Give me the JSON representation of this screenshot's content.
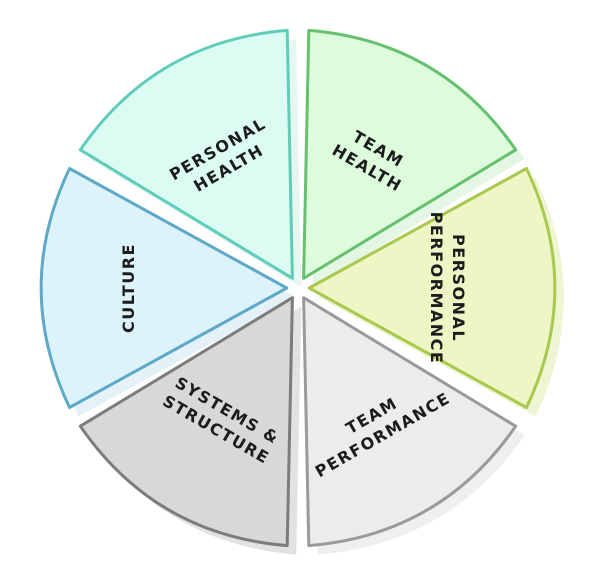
{
  "diagram": {
    "segments": [
      {
        "id": "personal-health",
        "lines": [
          "Personal",
          "Health"
        ],
        "fill": "#dcfcf3",
        "stroke": "#5fcdb9",
        "shadow": "#e6f6f1"
      },
      {
        "id": "team-health",
        "lines": [
          "Team",
          "Health"
        ],
        "fill": "#dcfcdc",
        "stroke": "#66c06e",
        "shadow": "#e4f6e4"
      },
      {
        "id": "personal-performance",
        "lines": [
          "Personal",
          "Performance"
        ],
        "fill": "#eff6c6",
        "stroke": "#a9c84e",
        "shadow": "#eef5d2"
      },
      {
        "id": "team-performance",
        "lines": [
          "Team",
          "Performance"
        ],
        "fill": "#ececec",
        "stroke": "#9a9a9a",
        "shadow": "#efefef"
      },
      {
        "id": "systems-structure",
        "lines": [
          "Systems &",
          "Structure"
        ],
        "fill": "#d8d8d8",
        "stroke": "#7c7c7c",
        "shadow": "#e2e2e2"
      },
      {
        "id": "culture",
        "lines": [
          "Culture"
        ],
        "fill": "#dcf3fc",
        "stroke": "#5fa8c8",
        "shadow": "#e4f2f8"
      }
    ]
  }
}
